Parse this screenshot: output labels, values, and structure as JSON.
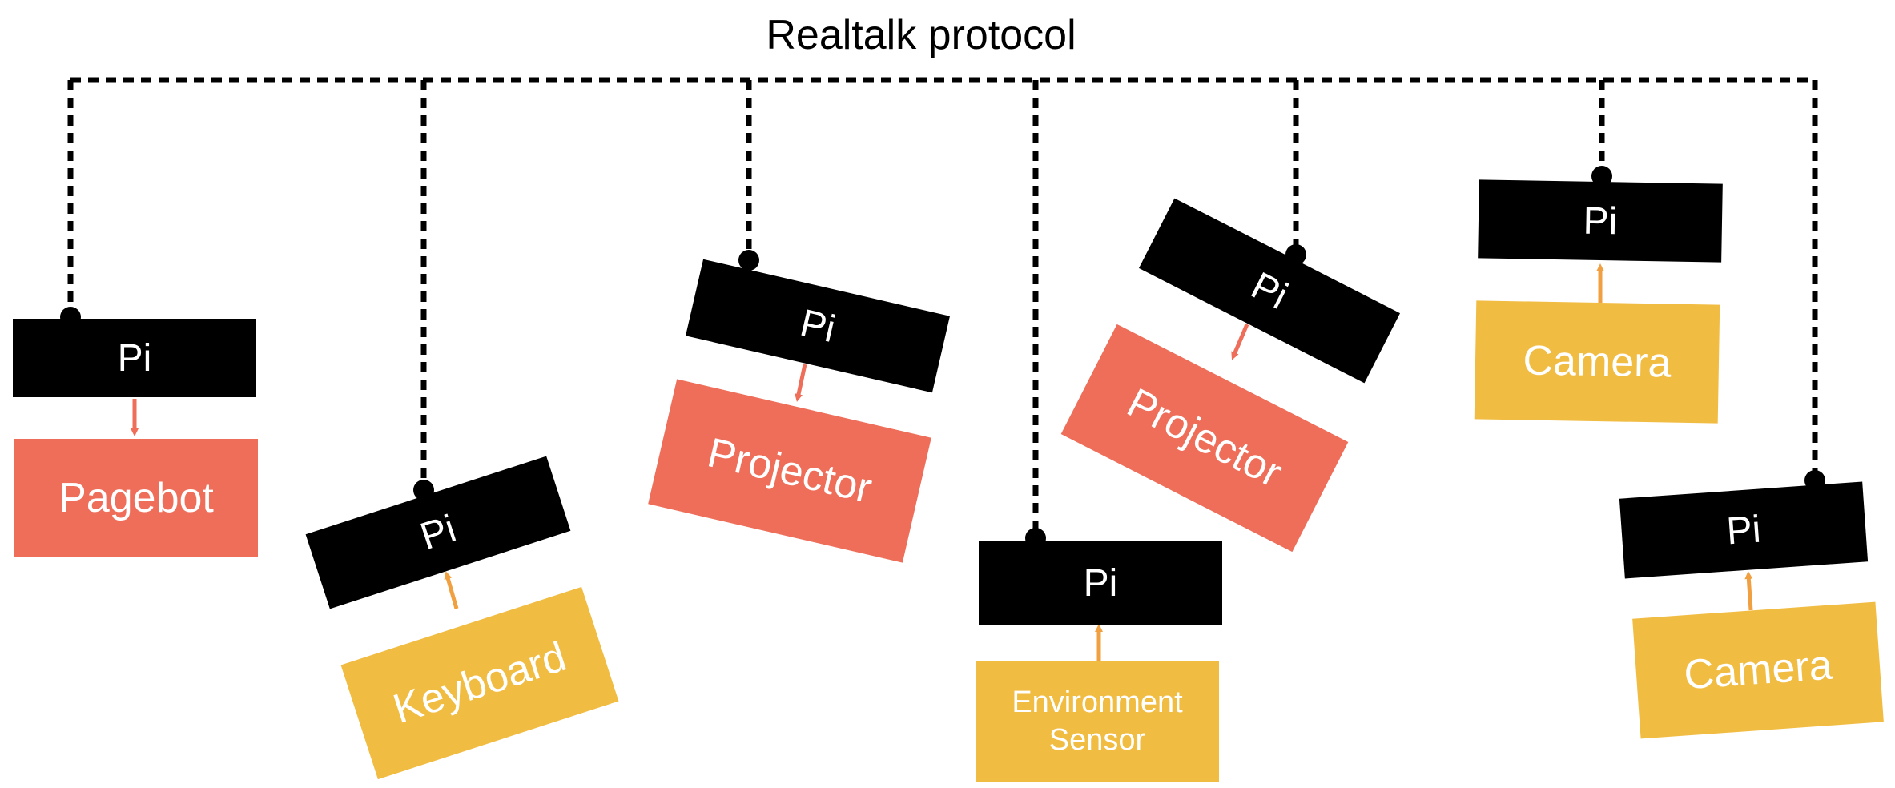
{
  "title": "Realtalk protocol",
  "colors": {
    "pi": "#000000",
    "output_device": "#ee6e5a",
    "input_device": "#f1bc42",
    "output_arrow": "#ee6e5a",
    "input_arrow": "#f0a040",
    "bus_line": "#000000",
    "label_text": "#ffffff"
  },
  "nodes": [
    {
      "pi_label": "Pi",
      "device_label": "Pagebot",
      "device_type": "output"
    },
    {
      "pi_label": "Pi",
      "device_label": "Keyboard",
      "device_type": "input"
    },
    {
      "pi_label": "Pi",
      "device_label": "Projector",
      "device_type": "output"
    },
    {
      "pi_label": "Pi",
      "device_label": "Environment\nSensor",
      "device_type": "input"
    },
    {
      "pi_label": "Pi",
      "device_label": "Projector",
      "device_type": "output"
    },
    {
      "pi_label": "Pi",
      "device_label": "Camera",
      "device_type": "input"
    },
    {
      "pi_label": "Pi",
      "device_label": "Camera",
      "device_type": "input"
    }
  ]
}
